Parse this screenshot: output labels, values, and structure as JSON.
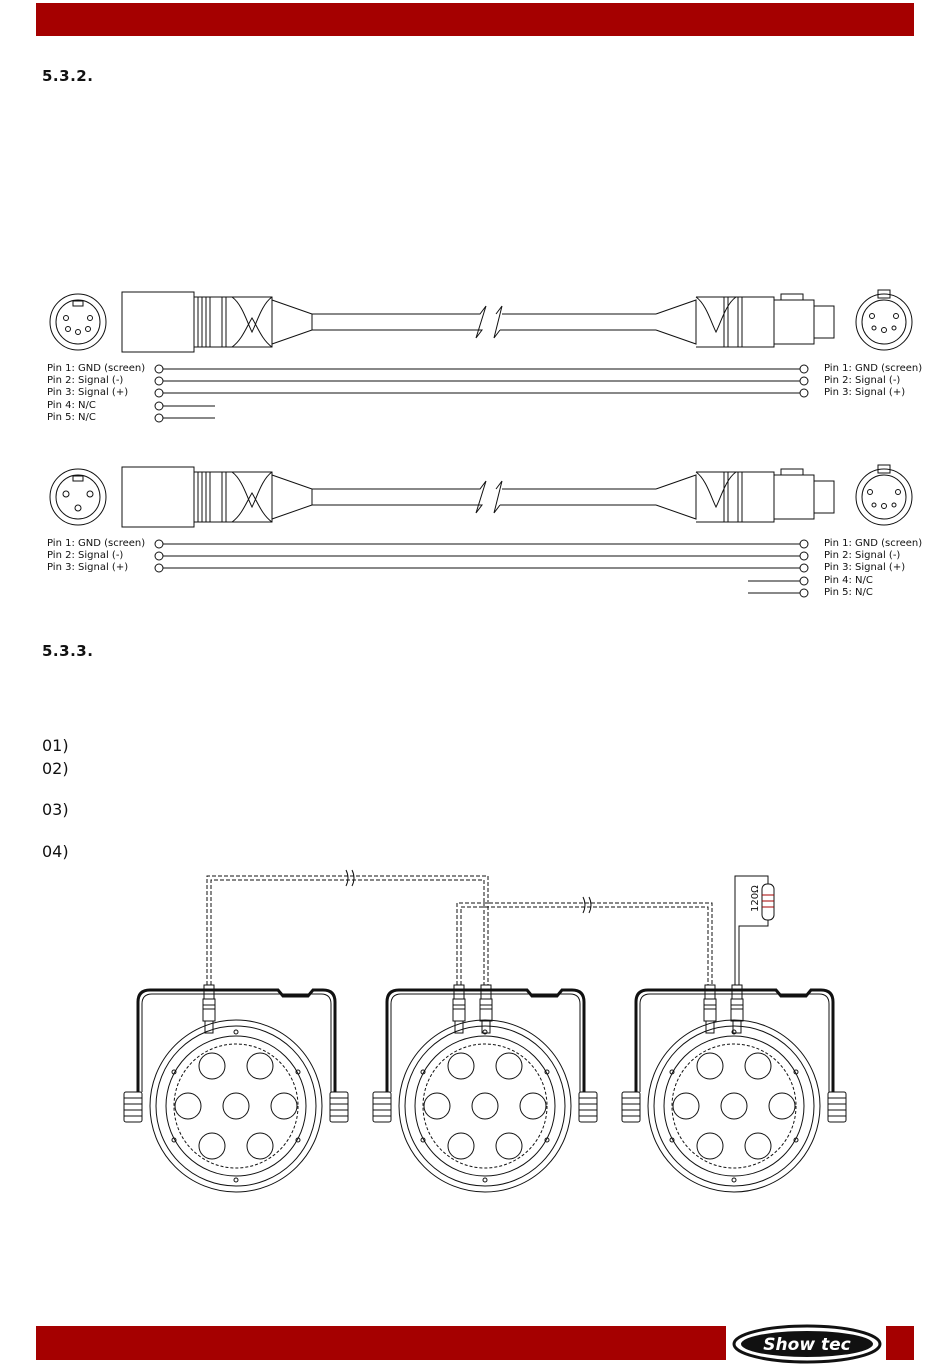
{
  "sections": {
    "s532": "5.3.2.",
    "s533": "5.3.3."
  },
  "steps": [
    "01)",
    "02)",
    "03)",
    "04)"
  ],
  "cable1": {
    "left_pins": [
      "Pin 1: GND (screen)",
      "Pin 2: Signal (-)",
      "Pin 3: Signal (+)",
      "Pin 4: N/C",
      "Pin 5: N/C"
    ],
    "right_pins": [
      "Pin 1: GND (screen)",
      "Pin 2: Signal (-)",
      "Pin 3: Signal (+)"
    ]
  },
  "cable2": {
    "left_pins": [
      "Pin 1: GND (screen)",
      "Pin 2: Signal (-)",
      "Pin 3: Signal (+)"
    ],
    "right_pins": [
      "Pin 1: GND (screen)",
      "Pin 2: Signal (-)",
      "Pin 3: Signal (+)",
      "Pin 4: N/C",
      "Pin 5: N/C"
    ]
  },
  "terminator_label": "120Ω",
  "brand": {
    "name": "Showtec",
    "accent": "#a50000"
  }
}
